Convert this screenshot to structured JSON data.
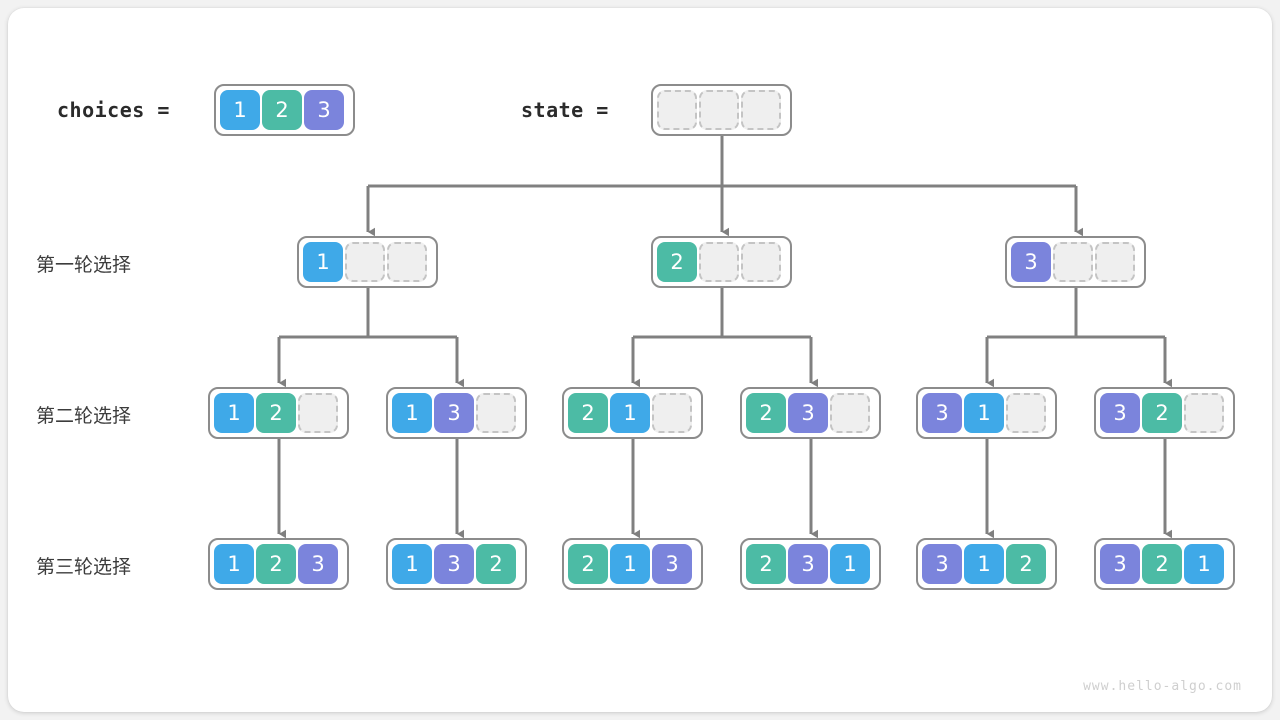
{
  "watermark": "www.hello-algo.com",
  "colors": {
    "value_1": "#3fa9e8",
    "value_2": "#4cbba5",
    "value_3": "#7b84dc",
    "empty_cell": "#efefef",
    "empty_border": "#c4c4c4",
    "capsule_border": "#8c8c8c",
    "edge": "#808080",
    "canvas": "#ffffff",
    "text": "#3c3c3c"
  },
  "header": {
    "choices_label": "choices =",
    "state_label": "state =",
    "choices_values": [
      "1",
      "2",
      "3"
    ],
    "state_values": [
      "",
      "",
      ""
    ]
  },
  "rows": [
    {
      "label": "第一轮选择"
    },
    {
      "label": "第二轮选择"
    },
    {
      "label": "第三轮选择"
    }
  ],
  "level1": [
    {
      "cells": [
        "1",
        "",
        ""
      ]
    },
    {
      "cells": [
        "2",
        "",
        ""
      ]
    },
    {
      "cells": [
        "3",
        "",
        ""
      ]
    }
  ],
  "level2": [
    {
      "cells": [
        "1",
        "2",
        ""
      ]
    },
    {
      "cells": [
        "1",
        "3",
        ""
      ]
    },
    {
      "cells": [
        "2",
        "1",
        ""
      ]
    },
    {
      "cells": [
        "2",
        "3",
        ""
      ]
    },
    {
      "cells": [
        "3",
        "1",
        ""
      ]
    },
    {
      "cells": [
        "3",
        "2",
        ""
      ]
    }
  ],
  "level3": [
    {
      "cells": [
        "1",
        "2",
        "3"
      ]
    },
    {
      "cells": [
        "1",
        "3",
        "2"
      ]
    },
    {
      "cells": [
        "2",
        "1",
        "3"
      ]
    },
    {
      "cells": [
        "2",
        "3",
        "1"
      ]
    },
    {
      "cells": [
        "3",
        "1",
        "2"
      ]
    },
    {
      "cells": [
        "3",
        "2",
        "1"
      ]
    }
  ]
}
